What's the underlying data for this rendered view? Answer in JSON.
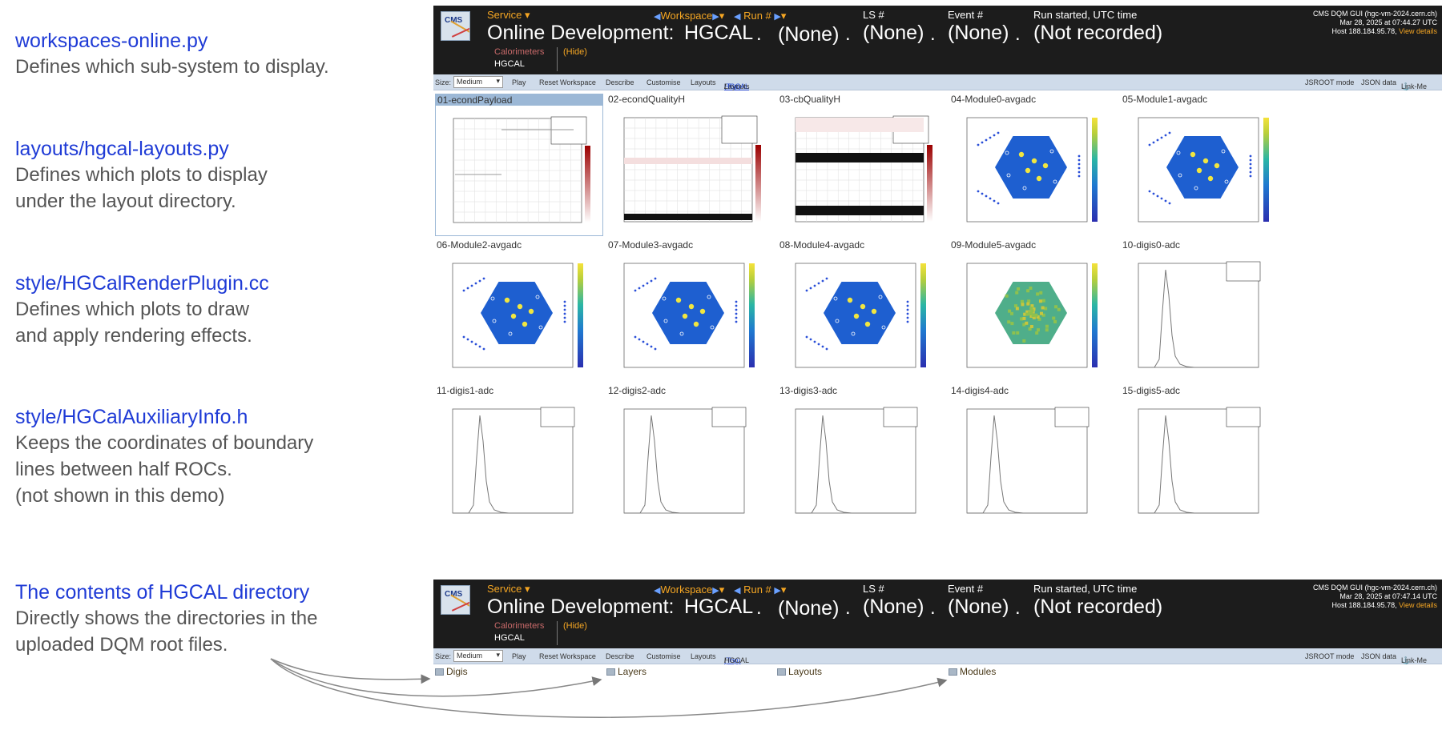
{
  "notes": [
    {
      "title": "workspaces-online.py",
      "lines": [
        "Defines which sub-system to display."
      ]
    },
    {
      "title": "layouts/hgcal-layouts.py",
      "lines": [
        "Defines which plots to display",
        "under the layout directory."
      ]
    },
    {
      "title": "style/HGCalRenderPlugin.cc",
      "lines": [
        "Defines which plots to draw",
        "and apply rendering effects."
      ]
    },
    {
      "title": "style/HGCalAuxiliaryInfo.h",
      "lines": [
        "Keeps the coordinates of boundary",
        "lines between half ROCs.",
        "(not shown in this demo)"
      ]
    },
    {
      "title": "The contents of HGCAL directory",
      "lines": [
        "Directly shows the directories in the",
        "uploaded DQM root files."
      ]
    }
  ],
  "header": {
    "logo": "CMS",
    "service": "Service",
    "workspace_label": "Workspace",
    "run_label": "Run #",
    "ls_label": "LS #",
    "event_label": "Event #",
    "run_started_label": "Run started, UTC time",
    "title": "Online Development:",
    "workspace": "HGCAL",
    "run": "(None)",
    "ls": "(None)",
    "event": "(None)",
    "run_started": "(Not recorded)",
    "dot": ".",
    "subsystem": "Calorimeters",
    "hide": "(Hide)",
    "subsystem_value": "HGCAL",
    "gui_name": "CMS DQM GUI (hgc-vm-2024.cern.ch)",
    "host": "Host 188.184.95.78,",
    "view_details": "View details"
  },
  "gui_top": {
    "time": "Mar 28, 2025 at 07:44.27 UTC",
    "path_last": "Layouts"
  },
  "gui_bottom": {
    "time": "Mar 28, 2025 at 07:47.14 UTC"
  },
  "toolbar": {
    "size_label": "Size:",
    "size_value": "Medium",
    "play": "Play",
    "reset": "Reset Workspace",
    "describe": "Describe",
    "customise": "Customise",
    "layouts": "Layouts",
    "top": "(Top)",
    "sep": "/",
    "hgcal": "HGCAL",
    "jsroot": "JSROOT mode",
    "json": "JSON data",
    "linkme": "Link-Me"
  },
  "plots": [
    {
      "title": "01-econdPayload",
      "kind": "grid"
    },
    {
      "title": "02-econdQualityH",
      "kind": "band"
    },
    {
      "title": "03-cbQualityH",
      "kind": "band2"
    },
    {
      "title": "04-Module0-avgadc",
      "kind": "hex"
    },
    {
      "title": "05-Module1-avgadc",
      "kind": "hex"
    },
    {
      "title": "06-Module2-avgadc",
      "kind": "hex"
    },
    {
      "title": "07-Module3-avgadc",
      "kind": "hex"
    },
    {
      "title": "08-Module4-avgadc",
      "kind": "hex"
    },
    {
      "title": "09-Module5-avgadc",
      "kind": "hexgreen"
    },
    {
      "title": "10-digis0-adc",
      "kind": "hist"
    },
    {
      "title": "11-digis1-adc",
      "kind": "hist"
    },
    {
      "title": "12-digis2-adc",
      "kind": "hist"
    },
    {
      "title": "13-digis3-adc",
      "kind": "hist"
    },
    {
      "title": "14-digis4-adc",
      "kind": "hist"
    },
    {
      "title": "15-digis5-adc",
      "kind": "hist"
    }
  ],
  "directories": [
    "Digis",
    "Layers",
    "Layouts",
    "Modules"
  ]
}
